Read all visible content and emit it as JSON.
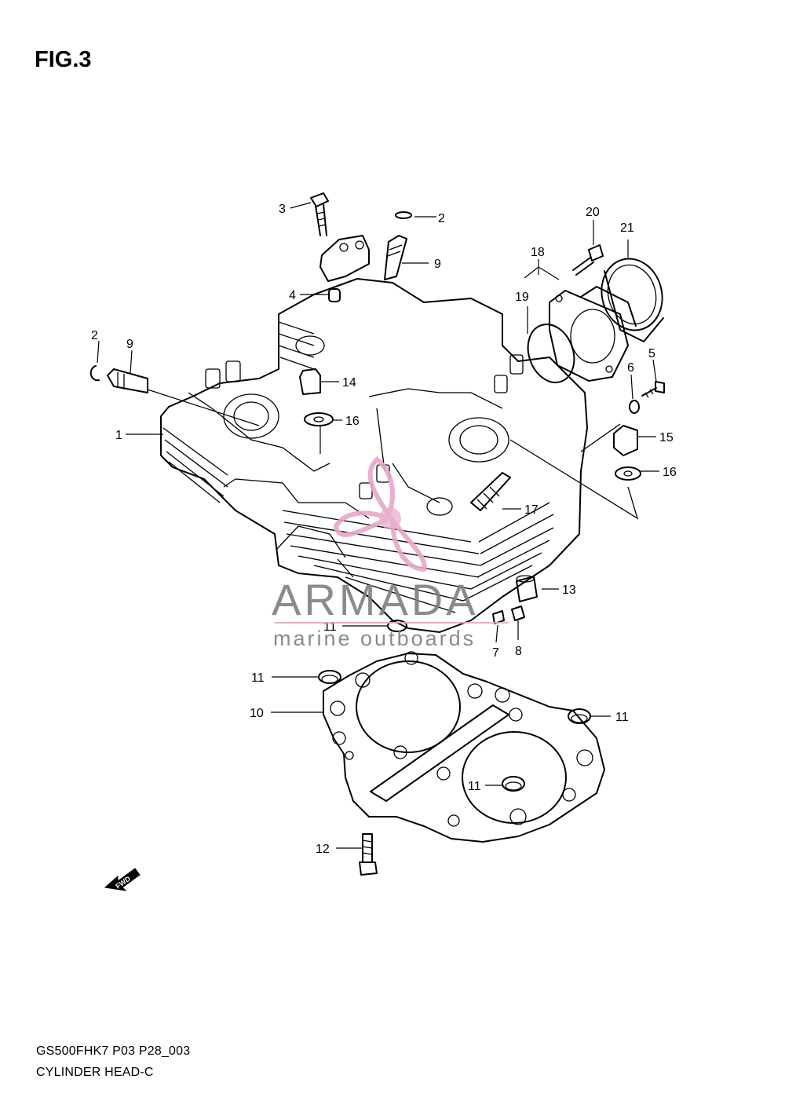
{
  "figure": {
    "title": "FIG.3"
  },
  "footer": {
    "model_code": "GS500FHK7 P03 P28_003",
    "diagram_name": "CYLINDER HEAD-C"
  },
  "watermark": {
    "brand": "ARMADA",
    "tagline": "marine outboards",
    "icon": "propeller-logo-icon",
    "color": "#e9a6c8"
  },
  "fwd_arrow": {
    "label": "FWD",
    "icon": "forward-arrow-icon"
  },
  "callouts": [
    {
      "n": "1"
    },
    {
      "n": "2"
    },
    {
      "n": "2"
    },
    {
      "n": "3"
    },
    {
      "n": "4"
    },
    {
      "n": "5"
    },
    {
      "n": "6"
    },
    {
      "n": "7"
    },
    {
      "n": "8"
    },
    {
      "n": "9"
    },
    {
      "n": "9"
    },
    {
      "n": "10"
    },
    {
      "n": "11"
    },
    {
      "n": "11"
    },
    {
      "n": "11"
    },
    {
      "n": "11"
    },
    {
      "n": "12"
    },
    {
      "n": "13"
    },
    {
      "n": "14"
    },
    {
      "n": "15"
    },
    {
      "n": "16"
    },
    {
      "n": "16"
    },
    {
      "n": "17"
    },
    {
      "n": "18"
    },
    {
      "n": "19"
    },
    {
      "n": "20"
    },
    {
      "n": "21"
    }
  ]
}
